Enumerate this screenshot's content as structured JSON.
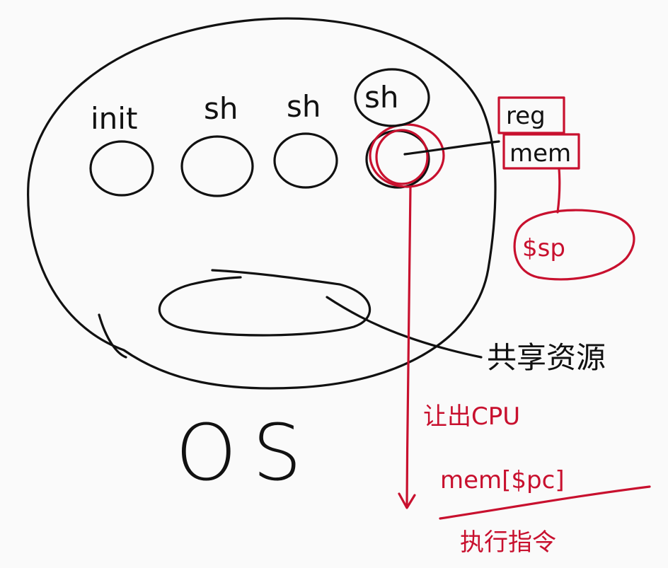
{
  "labels": {
    "init": "init",
    "sh1": "sh",
    "sh2": "sh",
    "sh3": "sh",
    "os": "OS",
    "shared_resource": "共享资源",
    "reg": "reg",
    "mem": "mem",
    "sp": "$sp",
    "fetch_cpu": "让出CPU",
    "mem_pc": "mem[$pc]",
    "execute": "执行指令"
  },
  "colors": {
    "ink": "#111111",
    "annotation": "#c8102e",
    "background": "#fafafa"
  }
}
